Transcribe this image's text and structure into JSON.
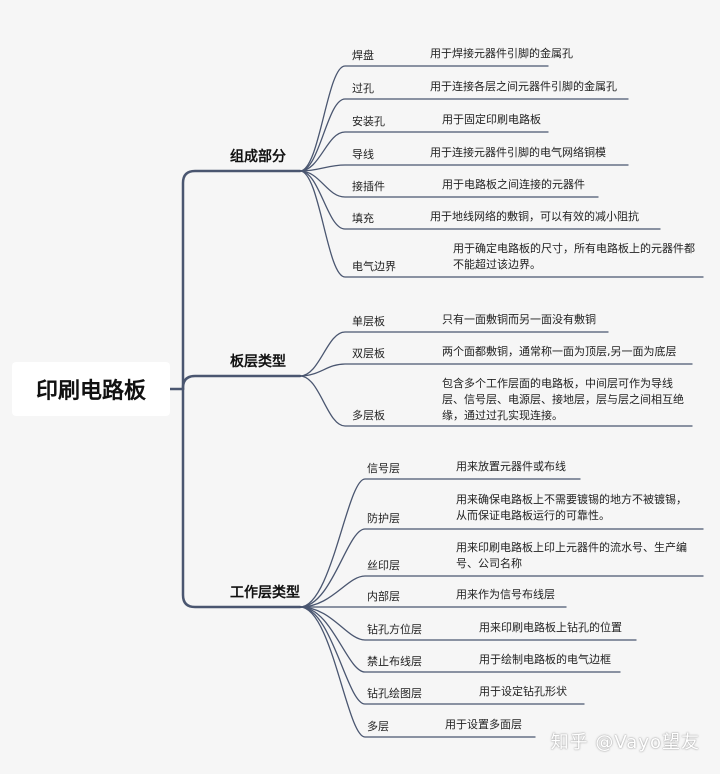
{
  "root": "印刷电路板",
  "branches": [
    {
      "label": "组成部分",
      "items": [
        {
          "name": "焊盘",
          "desc": "用于焊接元器件引脚的金属孔"
        },
        {
          "name": "过孔",
          "desc": "用于连接各层之间元器件引脚的金属孔"
        },
        {
          "name": "安装孔",
          "desc": "用于固定印刷电路板"
        },
        {
          "name": "导线",
          "desc": "用于连接元器件引脚的电气网络铜模"
        },
        {
          "name": "接插件",
          "desc": "用于电路板之间连接的元器件"
        },
        {
          "name": "填充",
          "desc": "用于地线网络的敷铜，可以有效的减小阻抗"
        },
        {
          "name": "电气边界",
          "desc": "用于确定电路板的尺寸，所有电路板上的元器件都不能超过该边界。"
        }
      ]
    },
    {
      "label": "板层类型",
      "items": [
        {
          "name": "单层板",
          "desc": "只有一面敷铜而另一面没有敷铜"
        },
        {
          "name": "双层板",
          "desc": "两个面都敷铜，通常称一面为顶层,另一面为底层"
        },
        {
          "name": "多层板",
          "desc": "包含多个工作层面的电路板，中间层可作为导线层、信号层、电源层、接地层，层与层之间相互绝缘，通过过孔实现连接。"
        }
      ]
    },
    {
      "label": "工作层类型",
      "items": [
        {
          "name": "信号层",
          "desc": "用来放置元器件或布线"
        },
        {
          "name": "防护层",
          "desc": "用来确保电路板上不需要镀锡的地方不被镀锡，从而保证电路板运行的可靠性。"
        },
        {
          "name": "丝印层",
          "desc": "用来印刷电路板上印上元器件的流水号、生产编号、公司名称"
        },
        {
          "name": "内部层",
          "desc": "用来作为信号布线层"
        },
        {
          "name": "钻孔方位层",
          "desc": "用来印刷电路板上钻孔的位置"
        },
        {
          "name": "禁止布线层",
          "desc": "用于绘制电路板的电气边框"
        },
        {
          "name": "钻孔绘图层",
          "desc": "用于设定钻孔形状"
        },
        {
          "name": "多层",
          "desc": "用于设置多面层"
        }
      ]
    }
  ],
  "watermark": "知乎 @Vayo望友",
  "colors": {
    "line": "#4a5670",
    "background": "#f6f6f6"
  }
}
